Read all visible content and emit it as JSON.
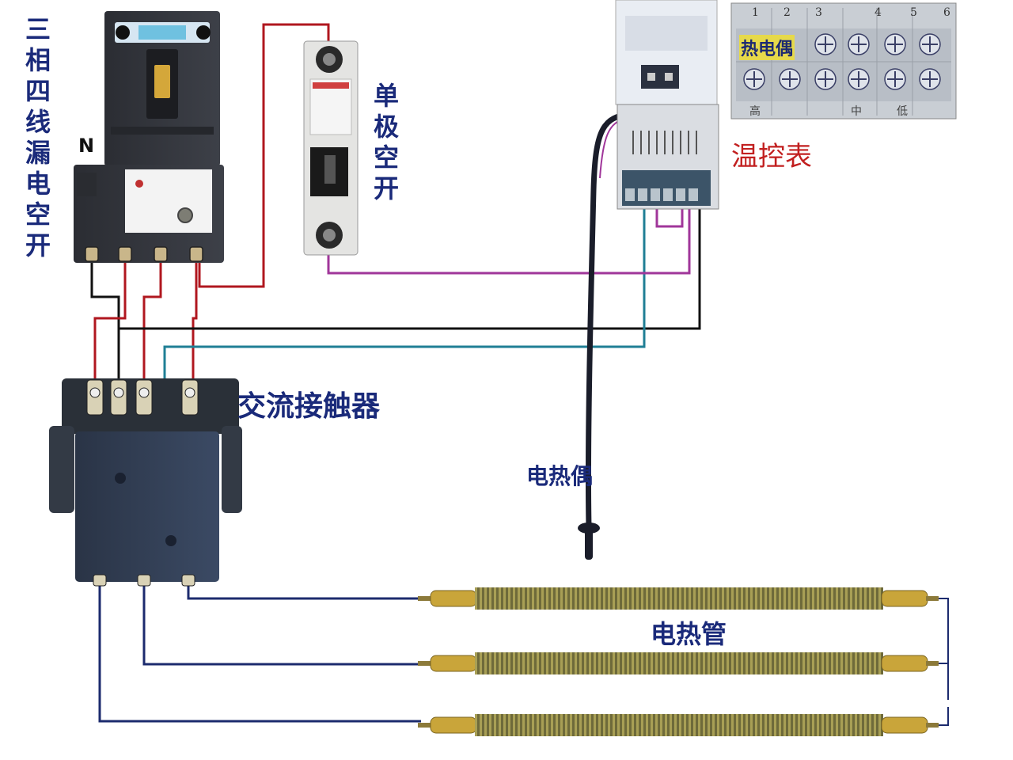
{
  "labels": {
    "main_breaker": "三\n相\n四\n线\n漏\n电\n空\n开",
    "neutral": "N",
    "single_pole_breaker": "单\n极\n空\n开",
    "temp_controller": "温控表",
    "contactor": "交流接触器",
    "thermocouple": "电热偶",
    "heating_tube": "电热管"
  },
  "terminal_panel": {
    "numbers": [
      "1",
      "2",
      "3",
      "4",
      "5",
      "6"
    ],
    "highlight_label": "热电偶",
    "bottom_labels": [
      "高",
      "中",
      "低"
    ]
  },
  "colors": {
    "label_blue": "#1a2a7a",
    "label_red": "#c22020",
    "wire_black": "#111111",
    "wire_red": "#b0171f",
    "wire_teal": "#1f7f95",
    "wire_purple": "#a0369a",
    "wire_navy": "#1c2b6e",
    "device_dark": "#33363d",
    "contactor_body": "#2c3a52",
    "heater_gold": "#b8962a"
  }
}
